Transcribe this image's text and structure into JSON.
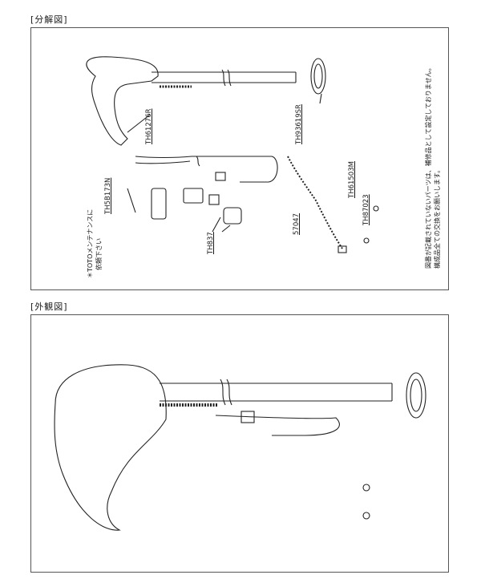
{
  "sections": {
    "exploded_title": "[分解図]",
    "external_title": "[外観図]"
  },
  "parts": {
    "p1": "TH61276R",
    "p2": "TH93619SR",
    "p3": "TH5B173N",
    "p4": "TH61503M",
    "p5": "TH87023",
    "p6": "57047",
    "p7": "TH837"
  },
  "notes": {
    "toto_line1": "TOTOメンテナンスに",
    "toto_line2": "依頼下さい",
    "disclaimer_line1": "図番が記載されていないパーツは、補修品として設定しておりません。",
    "disclaimer_line2": "構成品全ての交換をお願いします。"
  }
}
